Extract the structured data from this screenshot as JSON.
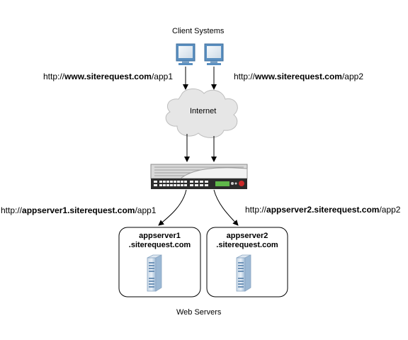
{
  "client_systems_label": "Client Systems",
  "internet_label": "Internet",
  "web_servers_label": "Web Servers",
  "url_left_top": {
    "prefix": "http://",
    "host": "www.siterequest.com",
    "path": "/app1"
  },
  "url_right_top": {
    "prefix": "http://",
    "host": "www.siterequest.com",
    "path": "/app2"
  },
  "url_left_bottom": {
    "prefix": "http://",
    "host": "appserver1.siterequest.com",
    "path": "/app1"
  },
  "url_right_bottom": {
    "prefix": "http://",
    "host": "appserver2.siterequest.com",
    "path": "/app2"
  },
  "server1": {
    "line1": "appserver1",
    "line2": ".siterequest.com"
  },
  "server2": {
    "line1": "appserver2",
    "line2": ".siterequest.com"
  },
  "icons": {
    "client_left": "desktop-monitor-icon",
    "client_right": "desktop-monitor-icon",
    "appliance": "load-balancer-appliance-icon",
    "server1": "server-tower-icon",
    "server2": "server-tower-icon",
    "cloud": "cloud-icon"
  },
  "colors": {
    "monitor_blue": "#5a8fc0",
    "cloud_fill": "#e6e6e6",
    "server_blue": "#9bb8d4",
    "appliance_dark": "#2b2b2b",
    "led_green": "#5fb84a",
    "accent_red": "#cc2a2a"
  }
}
